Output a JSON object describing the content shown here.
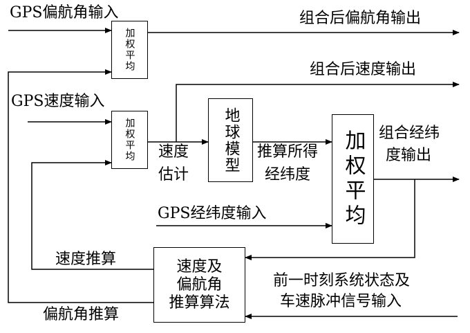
{
  "inputs": {
    "gps_heading": "GPS偏航角输入",
    "gps_speed": "GPS速度输入",
    "gps_latlon": "GPS经纬度输入",
    "prev_state": "前一时刻系统状态及",
    "prev_state2": "车速脉冲信号输入"
  },
  "outputs": {
    "heading": "组合后偏航角输出",
    "speed": "组合后速度输出",
    "latlon_line1": "组合经纬",
    "latlon_line2": "度输出"
  },
  "blocks": {
    "wavg1": "加权平均",
    "wavg2": "加权平均",
    "earth_model": "地球模型",
    "wavg3": "加权平均",
    "dr_line1": "速度及",
    "dr_line2": "偏航角",
    "dr_line3": "推算算法"
  },
  "labels": {
    "speed_est_line1": "速度",
    "speed_est_line2": "估计",
    "computed_line1": "推算所得",
    "computed_line2": "经纬度",
    "speed_dr": "速度推算",
    "heading_dr": "偏航角推算"
  }
}
